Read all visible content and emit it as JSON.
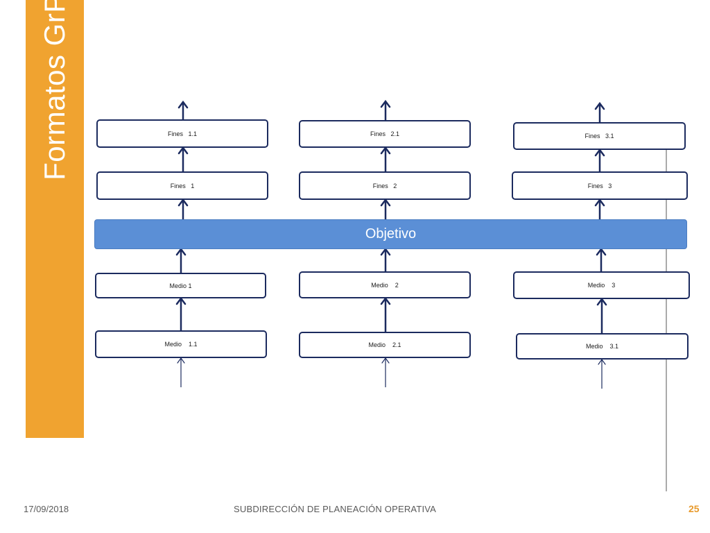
{
  "slide": {
    "title": "Formatos GrP",
    "footer_date": "17/09/2018",
    "footer_text": "SUBDIRECCIÓN DE PLANEACIÓN OPERATIVA",
    "page_number": "25"
  },
  "diagram": {
    "objective": "Objetivo",
    "columns": [
      {
        "fines_sub": "Fines   1.1",
        "fines": "Fines   1",
        "medio": "Medio 1",
        "medio_sub": "Medio    1.1"
      },
      {
        "fines_sub": "Fines   2.1",
        "fines": "Fines   2",
        "medio": "Medio    2",
        "medio_sub": "Medio    2.1"
      },
      {
        "fines_sub": "Fines   3.1",
        "fines": "Fines   3",
        "medio": "Medio    3",
        "medio_sub": "Medio    3.1"
      }
    ]
  },
  "colors": {
    "sidebar": "#f0a330",
    "objective": "#5b8fd6",
    "border": "#1b2a5e",
    "page_number": "#e89a2c"
  }
}
